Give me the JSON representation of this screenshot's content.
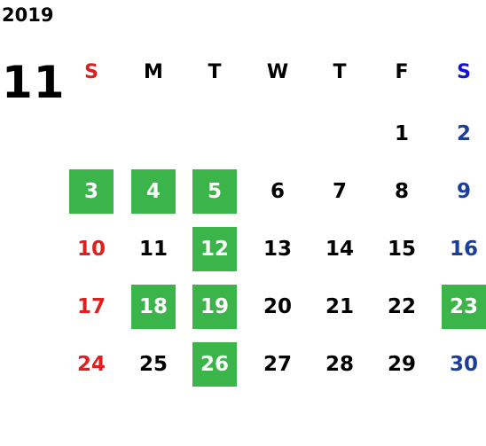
{
  "calendar": {
    "year": "2019",
    "month": "11",
    "colors": {
      "sunday": "#e02020",
      "saturday": "#1a3f9a",
      "saturday_header": "#1010e0",
      "weekday": "#000000",
      "highlight_bg": "#3bb54a",
      "highlight_text": "#ffffff"
    },
    "weekdays": [
      "S",
      "M",
      "T",
      "W",
      "T",
      "F",
      "S"
    ],
    "weeks": [
      [
        "",
        "",
        "",
        "",
        "",
        "1",
        "2"
      ],
      [
        "3",
        "4",
        "5",
        "6",
        "7",
        "8",
        "9"
      ],
      [
        "10",
        "11",
        "12",
        "13",
        "14",
        "15",
        "16"
      ],
      [
        "17",
        "18",
        "19",
        "20",
        "21",
        "22",
        "23"
      ],
      [
        "24",
        "25",
        "26",
        "27",
        "28",
        "29",
        "30"
      ]
    ],
    "highlighted_days": [
      "3",
      "4",
      "5",
      "12",
      "18",
      "19",
      "23",
      "26"
    ]
  }
}
